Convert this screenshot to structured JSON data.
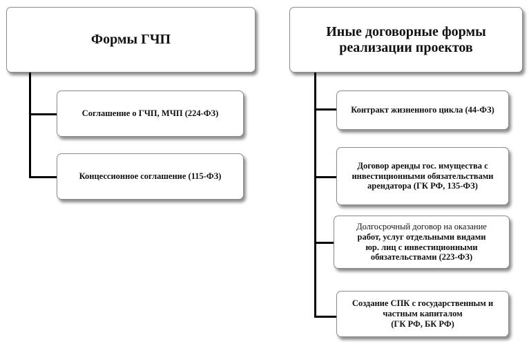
{
  "left": {
    "header": "Формы ГЧП",
    "items": [
      "Соглашение о ГЧП, МЧП (224-ФЗ)",
      "Концессионное соглашение (115-ФЗ)"
    ]
  },
  "right": {
    "header_line1": "Иные договорные формы",
    "header_line2": "реализации проектов",
    "items": [
      {
        "lines": [
          "Контракт жизненного цикла (44-ФЗ)"
        ]
      },
      {
        "lines": [
          "Договор аренды гос. имущества с",
          "инвестиционными обязательствами",
          "арендатора (ГК РФ, 135-ФЗ)"
        ]
      },
      {
        "lines": [
          "Долгосрочный договор на оказание",
          "работ, услуг отдельными видами",
          "юр. лиц с инвестиционными",
          "обязательствами (223-ФЗ)"
        ]
      },
      {
        "lines": [
          "Создание СПК с государственным и",
          "частным капиталом",
          "(ГК РФ, БК РФ)"
        ]
      }
    ]
  },
  "colors": {
    "connector": "#000000",
    "box_border": "#8a8a8a",
    "background": "#ffffff"
  }
}
